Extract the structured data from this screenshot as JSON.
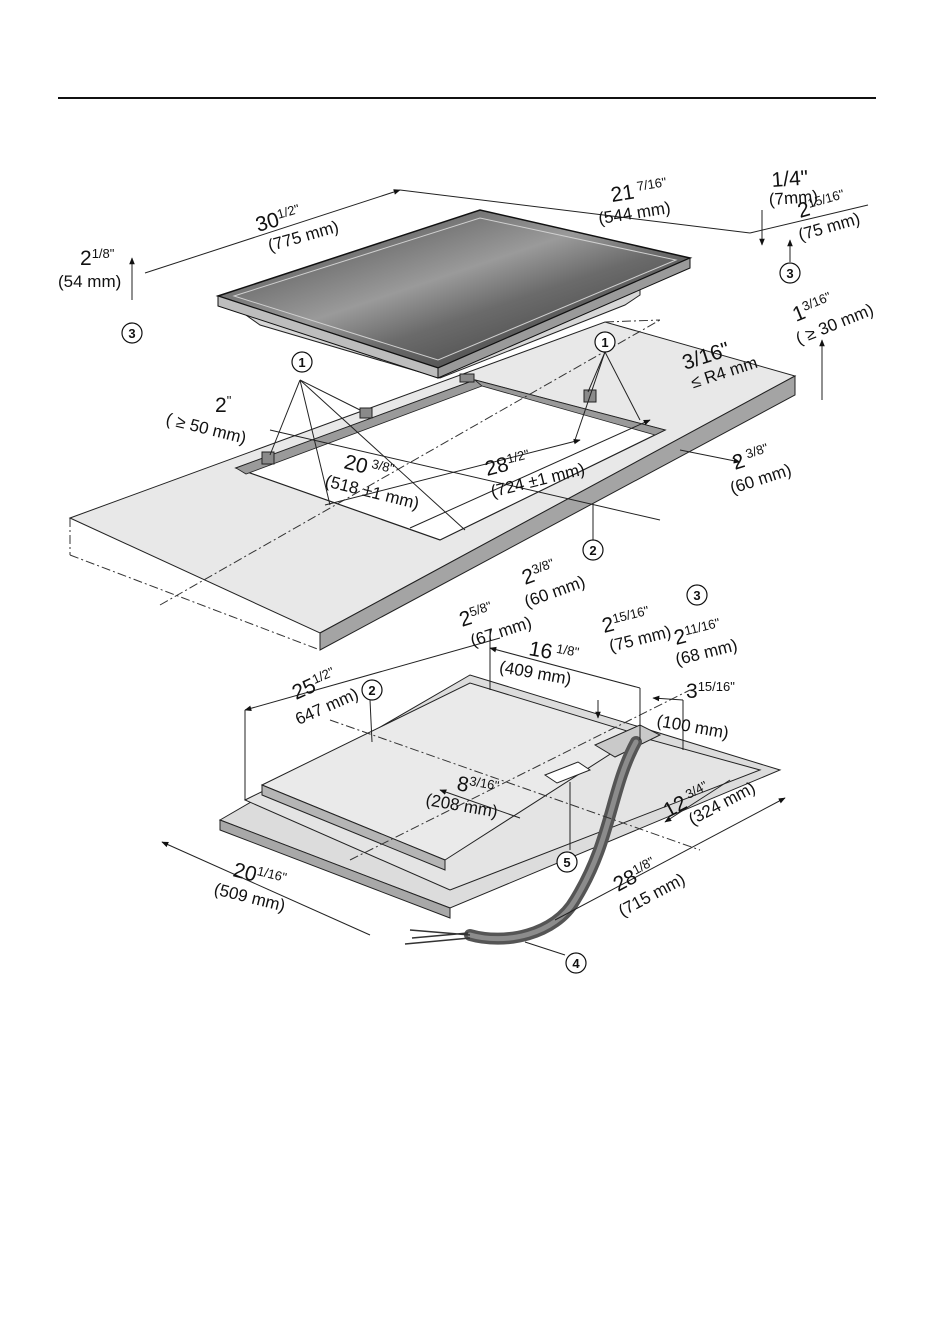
{
  "callouts": [
    "1",
    "2",
    "3",
    "4",
    "5"
  ],
  "dimensions": {
    "top_width_in_w": "30",
    "top_width_in_f": "1/2\"",
    "top_width_mm": "(775 mm)",
    "top_depth_in_w": "21",
    "top_depth_in_f": " 7/16\"",
    "top_depth_mm": "(544 mm)",
    "edge_h_in": "1/4\"",
    "edge_h_mm": "(7mm)",
    "right_h_in_w": "2",
    "right_h_in_f": "15/16\"",
    "right_h_mm": "(75 mm)",
    "left_h_in_w": "2",
    "left_h_in_f": "1/8\"",
    "left_h_mm": "(54 mm)",
    "counter_t_in_w": "1",
    "counter_t_in_f": "3/16\"",
    "counter_t_mm": "( ≥ 30 mm)",
    "radius_in": "3/16\"",
    "radius_mm": "≤ R4 mm",
    "front_gap_in_w": "2",
    "front_gap_in_f": "\"",
    "front_gap_mm": "( ≥ 50 mm)",
    "cut_depth_in_w": "20",
    "cut_depth_in_f": " 3/8\"",
    "cut_depth_mm": "(518 ±1 mm)",
    "cut_width_in_w": "28",
    "cut_width_in_f": "1/2\"",
    "cut_width_mm": "(724 ±1 mm)",
    "side_r_in_w": "2",
    "side_r_in_f": " 3/8\"",
    "side_r_mm": "(60 mm)",
    "side_f_in_w": "2",
    "side_f_in_f": "3/8\"",
    "side_f_mm": "(60 mm)",
    "box_top_in_w": "2",
    "box_top_in_f": "5/8\"",
    "box_top_mm": "(67 mm)",
    "box_h75_in_w": "2",
    "box_h75_in_f": "15/16\"",
    "box_h75_mm": "(75 mm)",
    "box_h68_in_w": "2",
    "box_h68_in_f": "11/16\"",
    "box_h68_mm": "(68 mm)",
    "box_409_in_w": "16",
    "box_409_in_f": " 1/8\"",
    "box_409_mm": "(409 mm)",
    "box_100_in_w": "3",
    "box_100_in_f": "15/16\"",
    "box_100_mm": "(100 mm)",
    "box_647_in_w": "25",
    "box_647_in_f": "1/2\"",
    "box_647_mm": "647 mm)",
    "box_208_in_w": "8",
    "box_208_in_f": "3/16\"",
    "box_208_mm": "(208 mm)",
    "box_324_in_w": "12",
    "box_324_in_f": " 3/4\"",
    "box_324_mm": "(324 mm)",
    "box_715_in_w": "28",
    "box_715_in_f": "1/8\"",
    "box_715_mm": "(715 mm)",
    "box_509_in_w": "20",
    "box_509_in_f": "1/16\"",
    "box_509_mm": "(509 mm)"
  }
}
